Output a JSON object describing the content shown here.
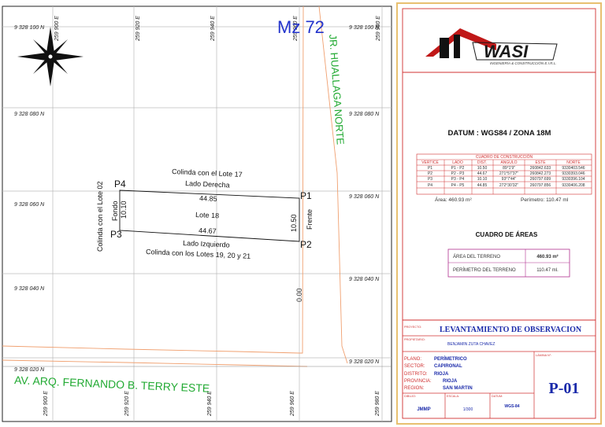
{
  "map": {
    "coords": {
      "top_left": "9 328 100 N",
      "top_right": "9 328 100 N",
      "n080_left": "9 328 080 N",
      "n080_right": "9 328 080 N",
      "n060_left": "9 328 060 N",
      "n060_right": "9 328 060 N",
      "n040_left": "9 328 040 N",
      "n040_right": "9 328 040 N",
      "n020_left": "9 328 020 N",
      "n020_right": "9 328 020 N",
      "top_e1": "259 900 E",
      "top_e2": "259 920 E",
      "top_e3": "259 940 E",
      "top_e4": "259 960 E",
      "top_e5": "259 980 E",
      "bot_e1": "259 900 E",
      "bot_e2": "259 920 E",
      "bot_e3": "259 940 E",
      "bot_e4": "259 960 E",
      "bot_e5": "259 980 E"
    },
    "block": "Mz 72",
    "street_east": "JR. HUALLAGA NORTE",
    "street_south": "AV. ARQ. FERNANDO B. TERRY ESTE",
    "lot": {
      "name": "Lote 18",
      "p1": "P1",
      "p2": "P2",
      "p3": "P3",
      "p4": "P4",
      "top_dim": "44.85",
      "bottom_dim": "44.67",
      "left_dim": "10.10",
      "right_dim": "10.50",
      "fondo": "Fondo",
      "frente": "Frente",
      "colinda_top": "Colinda con el Lote 17",
      "lado_derecha": "Lado Derecha",
      "lado_izquierdo": "Lado Izquierdo",
      "colinda_bottom": "Colinda con los Lotes 19, 20 y 21",
      "colinda_left": "Colinda con el Lote 02"
    },
    "road_label": "0.00"
  },
  "panel": {
    "logo_name": "WASI",
    "logo_sub": "INGENIERÍA & CONSTRUCCIÓN E.I.R.L.",
    "datum": "DATUM : WGS84 / ZONA 18M",
    "cc_title": "CUADRO DE CONSTRUCCIÓN",
    "cc_headers": [
      "VERTICE",
      "LADO",
      "DIST.",
      "ANGULO",
      "ESTE",
      "NORTE"
    ],
    "cc_rows": [
      [
        "P1",
        "P1 - P2",
        "10.50",
        "89°1'9\"",
        "260842.633",
        "9330403.546"
      ],
      [
        "P2",
        "P2 - P3",
        "44.67",
        "271°57'37\"",
        "260842.273",
        "9330393.046"
      ],
      [
        "P3",
        "P3 - P4",
        "10.10",
        "93°7'44\"",
        "260797.699",
        "9330396.104"
      ],
      [
        "P4",
        "P4 - P5",
        "44.85",
        "272°30'32\"",
        "260797.856",
        "9330406.208"
      ]
    ],
    "area_text": "Área: 460.93 m²",
    "perimetro_text": "Perímetro: 110.47 ml",
    "areas_title": "CUADRO DE ÁREAS",
    "area_label": "ÁREA DEL TERRENO",
    "area_value": "460.93 m²",
    "perim_label": "PERÍMETRO DEL TERRENO",
    "perim_value": "110.47 ml.",
    "proyecto_label": "PROYECTO:",
    "proyecto_value": "LEVANTAMIENTO DE OBSERVACION",
    "propietario_label": "PROPIETARIO:",
    "propietario_value": "BENJAMIN ZUTA CHAVEZ",
    "plano_label": "PLANO:",
    "plano_value": "PERÍMETRICO",
    "sector_label": "SECTOR:",
    "sector_value": "CAPIRONAL",
    "distrito_label": "DISTRITO:",
    "distrito_value": "RIOJA",
    "provincia_label": "PROVINCIA:",
    "provincia_value": "RIOJA",
    "region_label": "REGION:",
    "region_value": "SAN MARTIN",
    "lamina_label": "LÁMINA N°:",
    "lamina_value": "P-01",
    "dibujo_label": "DIBUJO:",
    "dibujo_value": "JMMP",
    "escala_label": "ESCALA:",
    "escala_value": "1/300",
    "datum_label": "DATUM:",
    "datum_value": "WGS-84"
  }
}
